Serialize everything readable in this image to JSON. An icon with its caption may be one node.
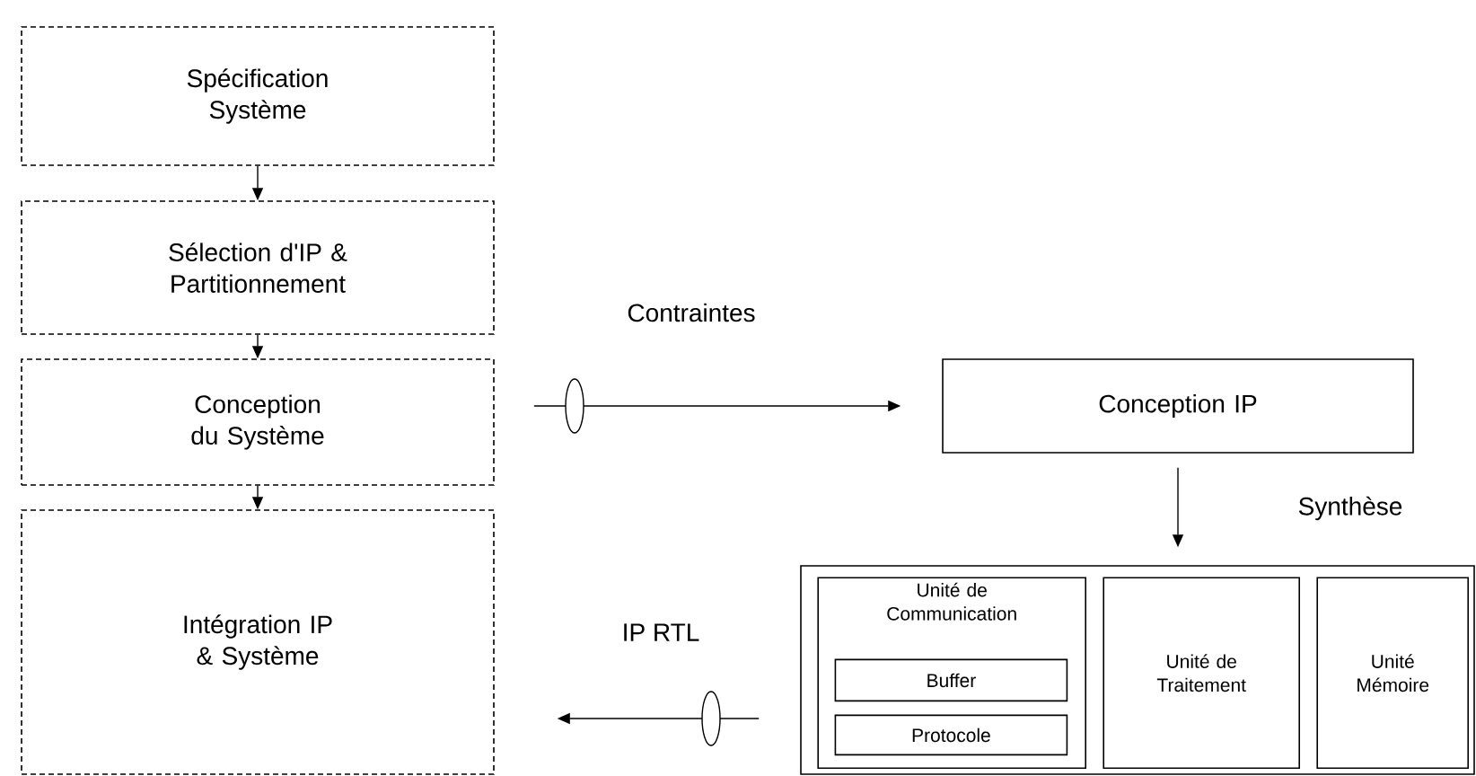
{
  "diagram": {
    "nodes": [
      {
        "text": [
          "Spécification Système"
        ]
      },
      {
        "text": [
          "Sélection d'IP & Partitionnement"
        ]
      },
      {
        "text": [
          "Conception du Système"
        ]
      },
      {
        "text": [
          "Intégration IP & Système"
        ]
      },
      {
        "text": [
          "Conception IP"
        ]
      },
      {
        "text": [],
        "shape": "box"
      },
      {
        "text": [
          "Unité de Communication"
        ],
        "in": 5
      },
      {
        "text": [
          "Buffer"
        ],
        "in": 6
      },
      {
        "text": [
          "Protocole"
        ],
        "in": 6
      },
      {
        "text": [
          "Unité de Traitement"
        ],
        "in": 5
      },
      {
        "text": [
          "Unité Mémoire"
        ],
        "in": 5
      }
    ],
    "edges": [
      {
        "from": 0,
        "to": 1,
        "arrow": "to"
      },
      {
        "from": 1,
        "to": 2,
        "arrow": "to"
      },
      {
        "from": 2,
        "to": 3,
        "arrow": "to"
      },
      {
        "from": 2,
        "to": 4,
        "arrow": "to",
        "label": "Contraintes"
      },
      {
        "from": 4,
        "to": 5,
        "arrow": "to",
        "label": "Synthèse"
      },
      {
        "from": 5,
        "to": 3,
        "arrow": "to",
        "label": "IP RTL"
      }
    ]
  }
}
